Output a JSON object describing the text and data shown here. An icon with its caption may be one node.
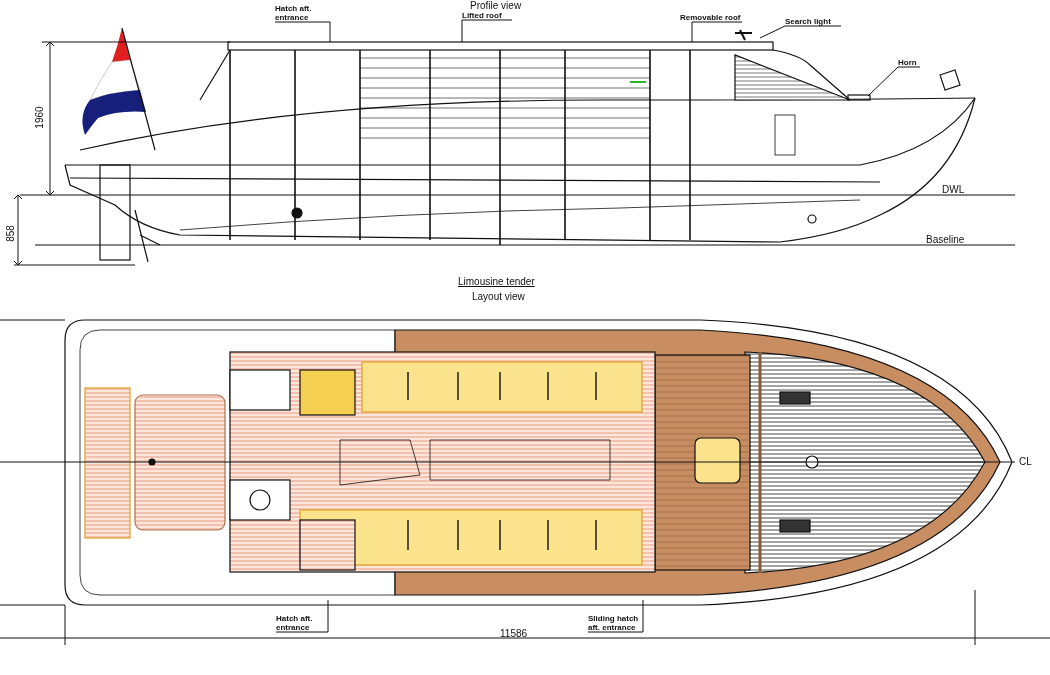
{
  "diagram": {
    "nodes": [
      {
        "text": [
          "Hatch aft. entrance"
        ]
      },
      {
        "text": [
          "Lifted roof"
        ]
      },
      {
        "text": [
          "Removable roof"
        ]
      },
      {
        "text": [
          "Search light"
        ]
      },
      {
        "text": [
          "Horn"
        ]
      },
      {
        "text": [
          "Hatch aft. entrance"
        ]
      },
      {
        "text": [
          "Sliding hatch aft. entrance"
        ]
      }
    ],
    "edges": [
      {
        "from": 0,
        "to": null,
        "arrow": "none"
      },
      {
        "from": 1,
        "to": null,
        "arrow": "none"
      },
      {
        "from": 2,
        "to": null,
        "arrow": "none"
      },
      {
        "from": 3,
        "to": null,
        "arrow": "none"
      },
      {
        "from": 4,
        "to": null,
        "arrow": "none"
      },
      {
        "from": 5,
        "to": null,
        "arrow": "none"
      },
      {
        "from": 6,
        "to": null,
        "arrow": "none"
      }
    ],
    "labels": [
      "Profile view",
      "1960",
      "858",
      "DWL",
      "Baseline",
      "Limousine tender",
      "Layout view",
      "CL",
      "11586"
    ]
  }
}
